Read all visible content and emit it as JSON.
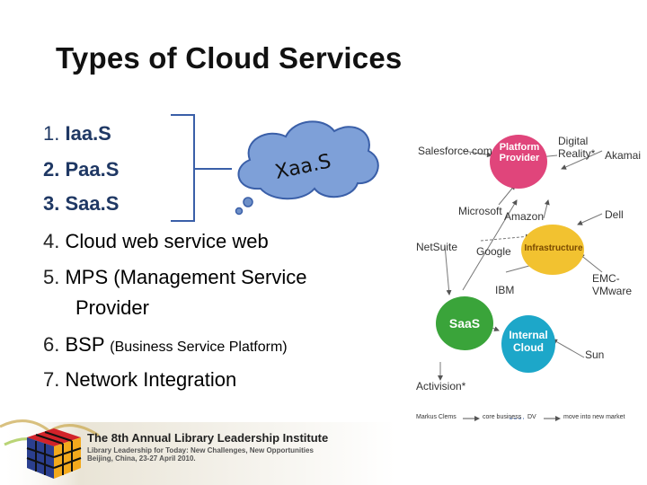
{
  "title": "Types of Cloud Services",
  "list": [
    {
      "num": "1.",
      "text": "Iaa.S"
    },
    {
      "num": "2.",
      "text": "Paa.S"
    },
    {
      "num": "3.",
      "text": "Saa.S"
    },
    {
      "num": "4.",
      "text": "Cloud web service web"
    },
    {
      "num": "5.",
      "text": "MPS (Management Service"
    },
    {
      "num": "",
      "text": "Provider"
    },
    {
      "num": "6.",
      "text": "BSP",
      "small": "(Business Service Platform)"
    },
    {
      "num": "7.",
      "text": "Network Integration"
    }
  ],
  "thought_bubble": "Xaa.S",
  "diagram": {
    "bubbles": {
      "platform": "Platform Provider",
      "infrastructure": "Infrastructure",
      "saas": "SaaS",
      "internal_cloud": "Internal Cloud"
    },
    "labels": {
      "salesforce": "Salesforce.com",
      "digital_reality": "Digital Reality*",
      "akamai": "Akamai",
      "microsoft": "Microsoft",
      "amazon": "Amazon",
      "dell": "Dell",
      "netsuite": "NetSuite",
      "google": "Google",
      "ibm": "IBM",
      "emc": "EMC-VMware",
      "sun": "Sun",
      "activision": "Activision*",
      "legend_1": "Markus Clems",
      "legend_2": "core business",
      "legend_3": "DV",
      "legend_4": "move into new market"
    }
  },
  "banner": {
    "line1": "The 8th Annual Library Leadership Institute",
    "line2": "Library Leadership for Today: New Challenges, New Opportunities",
    "line3": "Beijing, China, 23-27 April 2010."
  },
  "colors": {
    "title": "#111111",
    "accent": "#1f3864",
    "platform": "#e0457b",
    "infrastructure": "#f2c230",
    "saas": "#3aa43a",
    "internal": "#1da7c9"
  }
}
